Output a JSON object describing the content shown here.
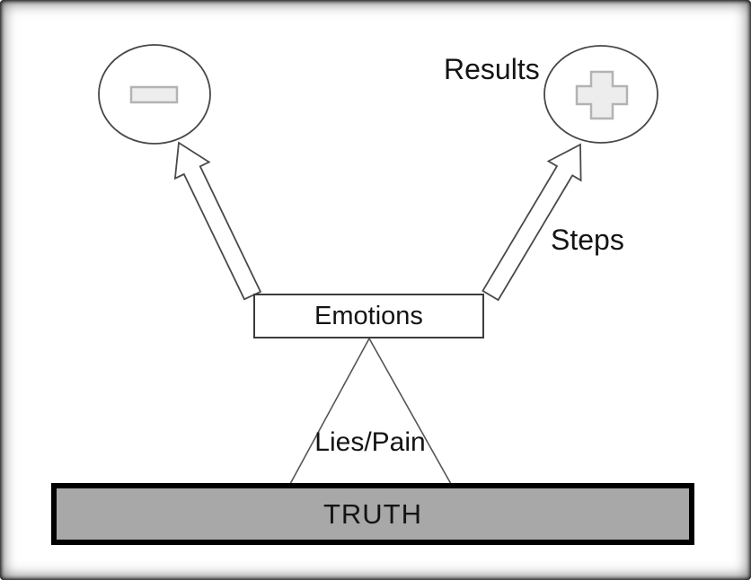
{
  "diagram": {
    "labels": {
      "results": "Results",
      "steps": "Steps",
      "emotions": "Emotions",
      "lies_pain": "Lies/Pain",
      "truth": "TRUTH"
    },
    "icons": {
      "negative": "minus-icon",
      "positive": "plus-icon"
    },
    "colors": {
      "canvas_bg": "#ffffff",
      "frame": "#000000",
      "shape_outline": "#3f3f3f",
      "symbol_fill": "#ededed",
      "symbol_stroke": "#b3b3b3",
      "truth_bar_fill": "#a8a8a8",
      "truth_bar_border": "#000000",
      "text": "#141414"
    }
  }
}
